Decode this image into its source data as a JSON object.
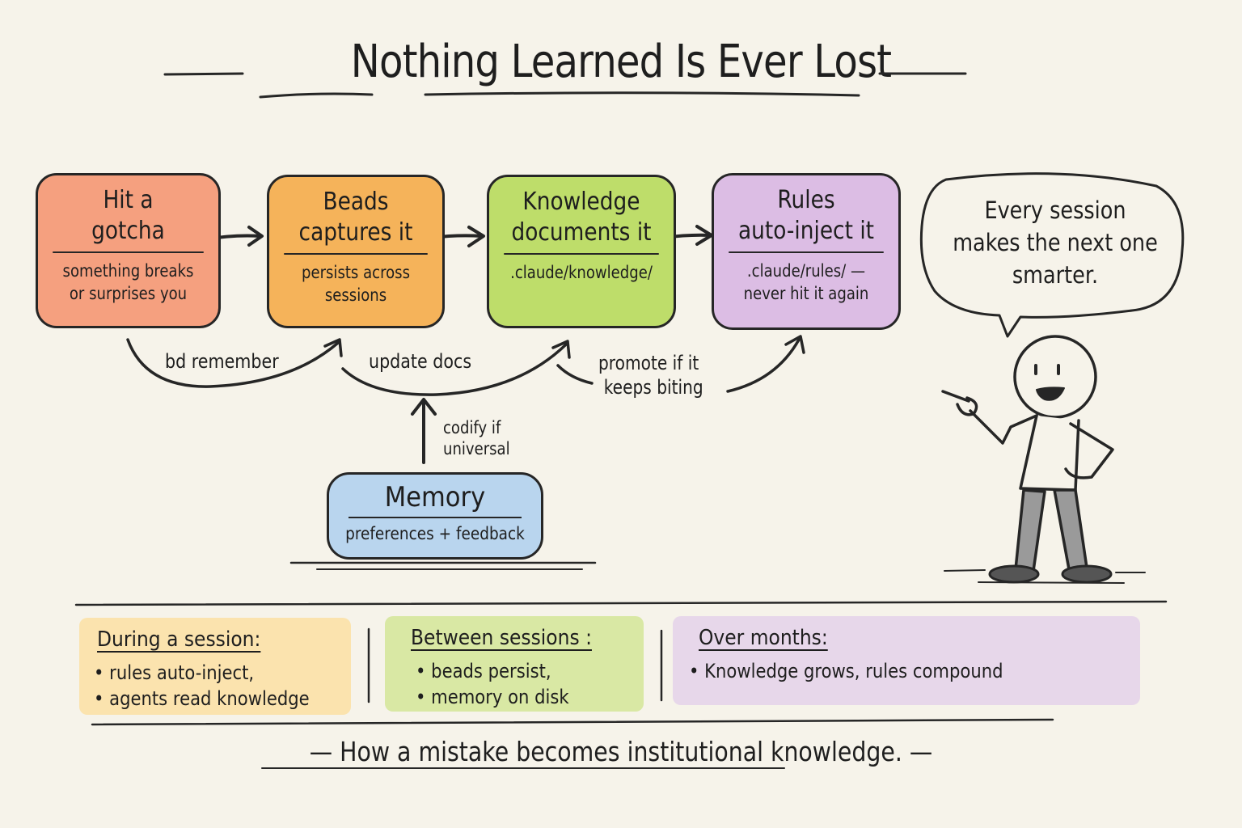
{
  "title": "Nothing Learned Is Ever Lost",
  "steps": [
    {
      "id": "gotcha",
      "title_line1": "Hit a",
      "title_line2": "gotcha",
      "sub_line1": "something breaks",
      "sub_line2": "or surprises you",
      "color": "#f5a07f"
    },
    {
      "id": "beads",
      "title_line1": "Beads",
      "title_line2": "captures it",
      "sub_line1": "persists across",
      "sub_line2": "sessions",
      "color": "#f5b35a"
    },
    {
      "id": "knowledge",
      "title_line1": "Knowledge",
      "title_line2": "documents it",
      "sub_line1": ".claude/knowledge/",
      "sub_line2": "",
      "color": "#bedd6a"
    },
    {
      "id": "rules",
      "title_line1": "Rules",
      "title_line2": "auto-inject it",
      "sub_line1": ".claude/rules/ —",
      "sub_line2": "never hit it again",
      "color": "#dcbde4"
    }
  ],
  "transitions": [
    {
      "label": "bd remember"
    },
    {
      "label": "update docs"
    },
    {
      "label_line1": "promote if it",
      "label_line2": "keeps biting"
    }
  ],
  "memory": {
    "title": "Memory",
    "sub": "preferences + feedback",
    "arrow_label_line1": "codify if",
    "arrow_label_line2": "universal",
    "color": "#b9d5ee"
  },
  "speech_bubble": {
    "line1": "Every session",
    "line2": "makes the next one",
    "line3": "smarter."
  },
  "timeline": [
    {
      "title": "During a session:",
      "items": [
        "• rules auto-inject,",
        "• agents read knowledge"
      ],
      "color": "#fbe3ae"
    },
    {
      "title": "Between sessions :",
      "items": [
        "• beads persist,",
        "• memory on disk"
      ],
      "color": "#d9e8a4"
    },
    {
      "title": "Over months:",
      "items": [
        "• Knowledge grows, rules compound"
      ],
      "color": "#e7d7ea"
    }
  ],
  "footer": "— How a mistake becomes institutional knowledge. —"
}
